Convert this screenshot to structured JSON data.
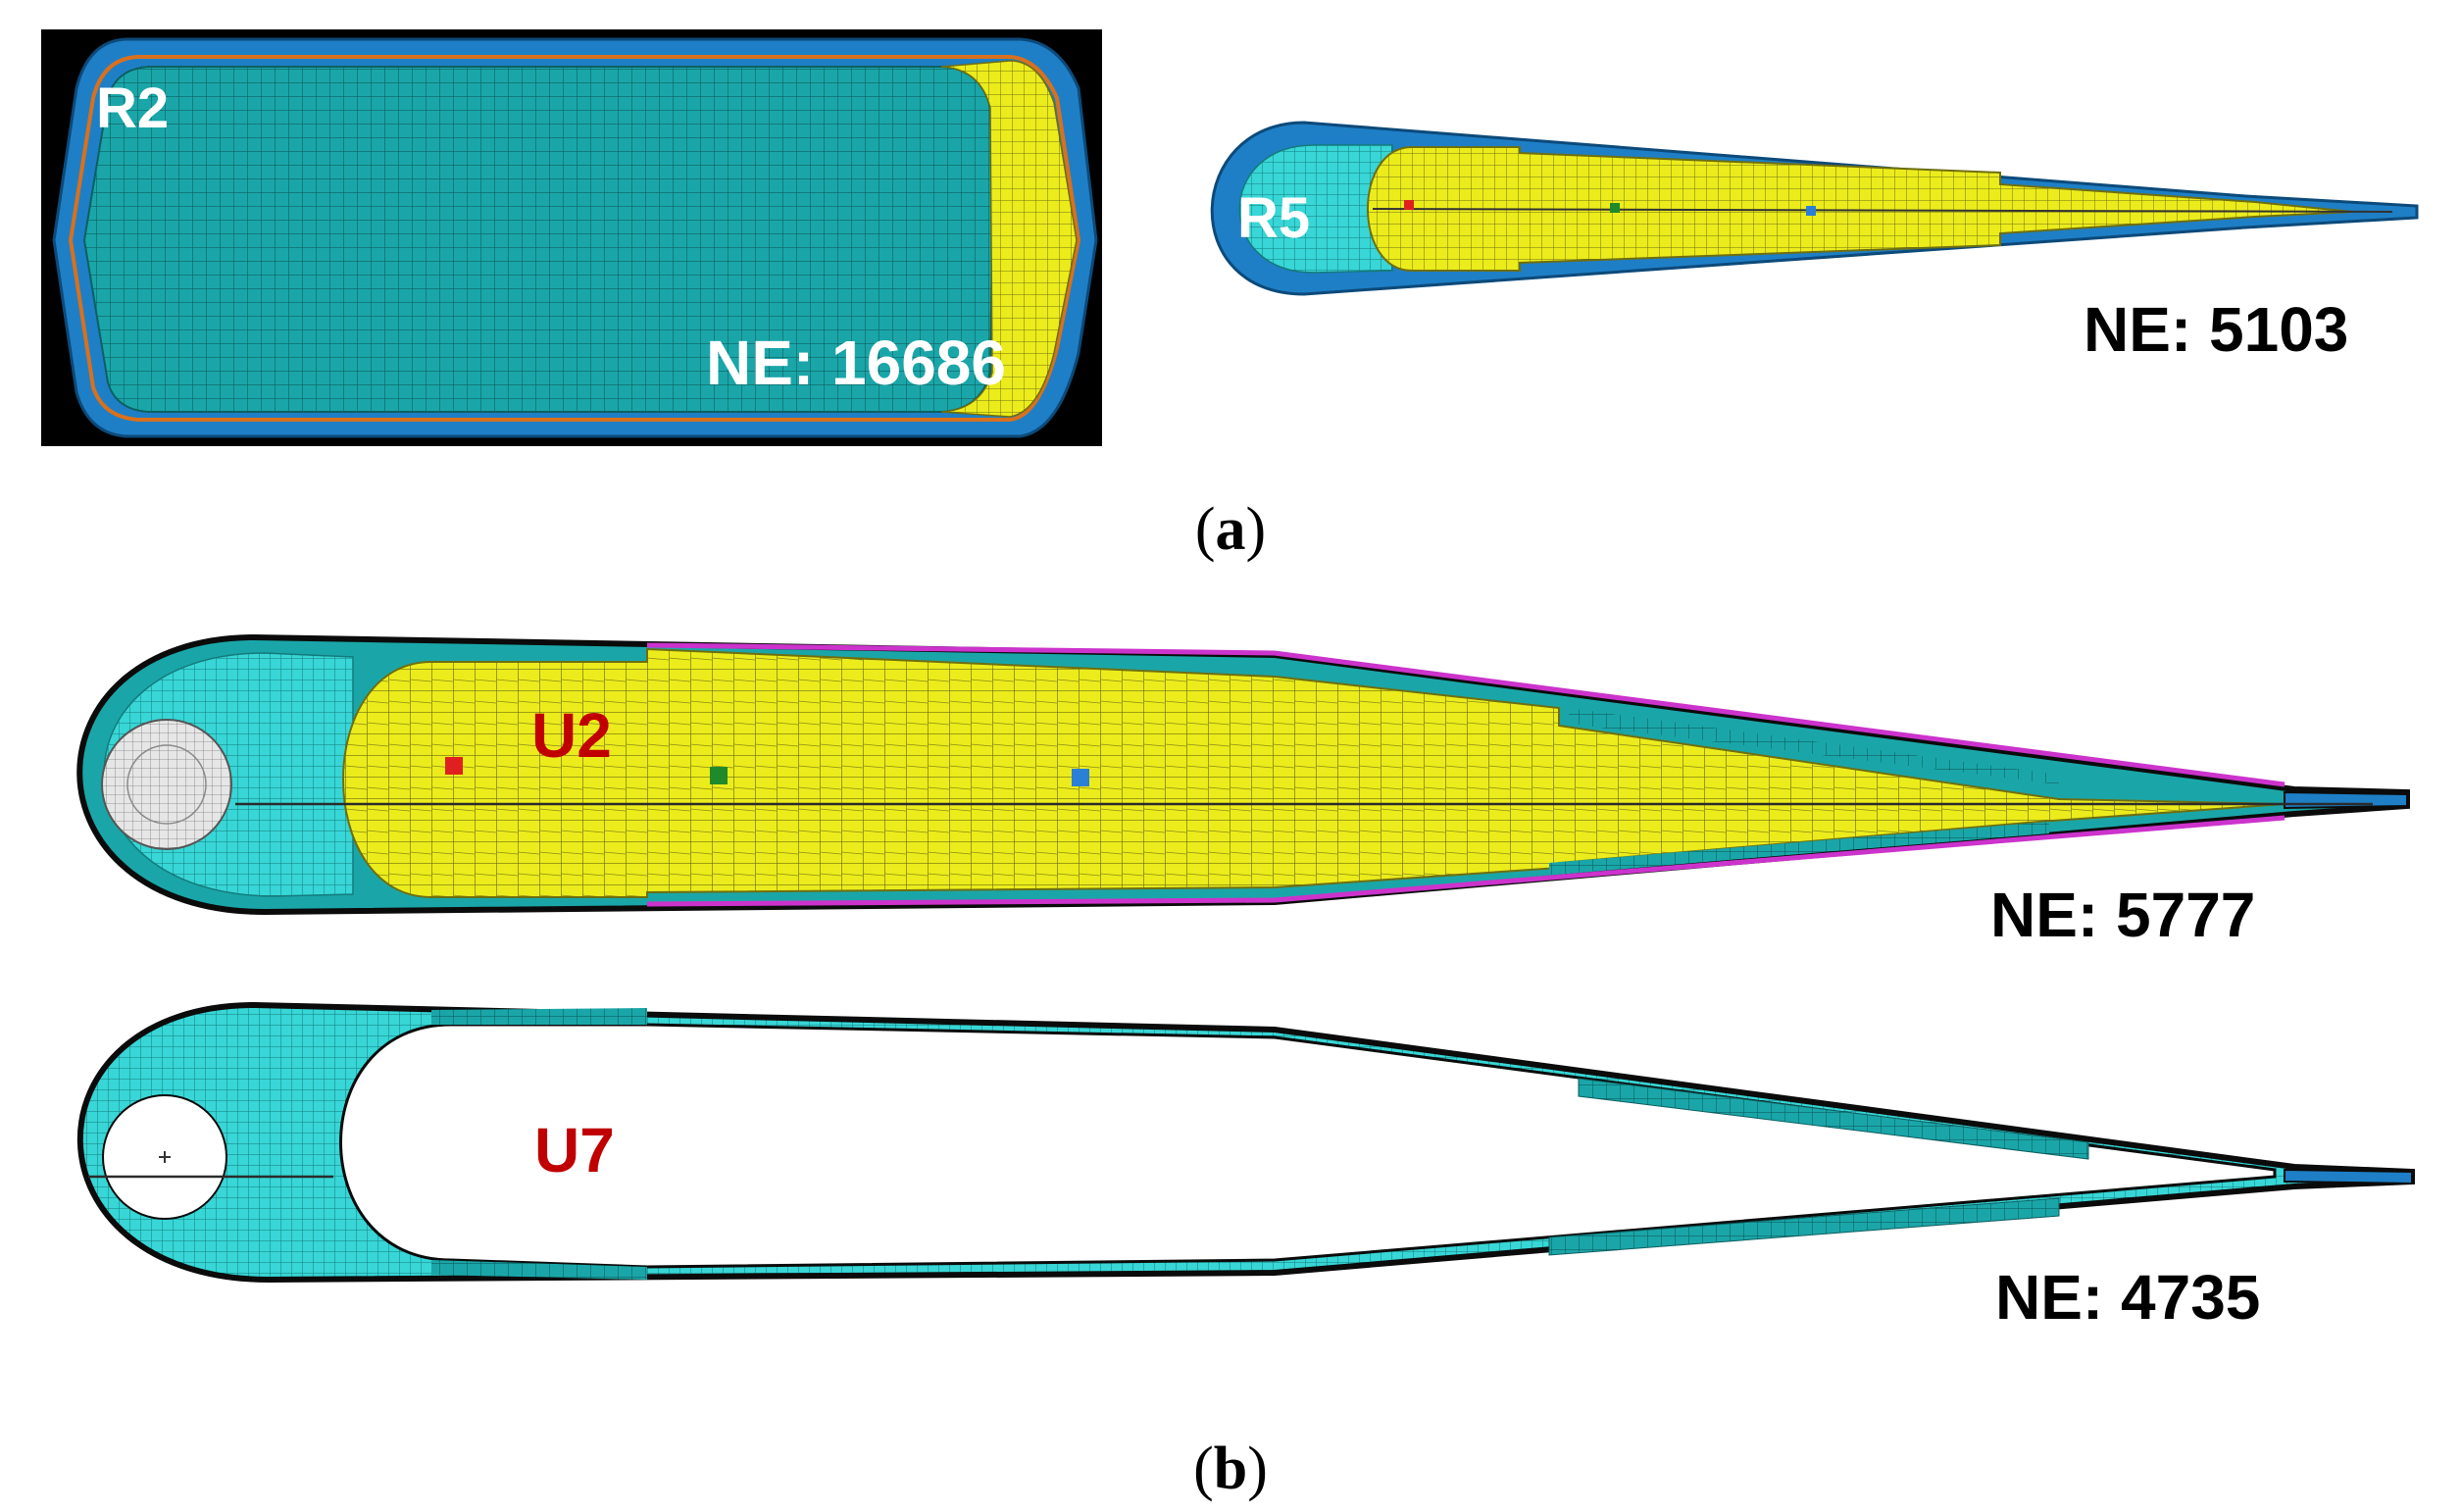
{
  "panel_a": {
    "caption_open": "(",
    "caption_letter": "a",
    "caption_close": ")",
    "section_r2": {
      "label": "R2",
      "element_count": "NE: 16686"
    },
    "section_r5": {
      "label": "R5",
      "element_count": "NE: 5103"
    }
  },
  "panel_b": {
    "caption_open": "(",
    "caption_letter": "b",
    "caption_close": ")",
    "section_u2": {
      "label": "U2",
      "element_count": "NE: 5777"
    },
    "section_u7": {
      "label": "U7",
      "element_count": "NE: 4735"
    }
  },
  "colors": {
    "skin_blue": "#1e7fc6",
    "cyan_mesh": "#33d4d4",
    "teal_mesh": "#1aa6a8",
    "yellow_mesh": "#ecec1c",
    "orange_edge": "#d9701e",
    "magenta_edge": "#cc33cc",
    "label_red": "#c00000",
    "label_white": "#ffffff",
    "label_black": "#000000",
    "dark_background": "#000000"
  },
  "markers": {
    "red": "#e02020",
    "green": "#208a2a",
    "blue": "#2a7fd6"
  }
}
